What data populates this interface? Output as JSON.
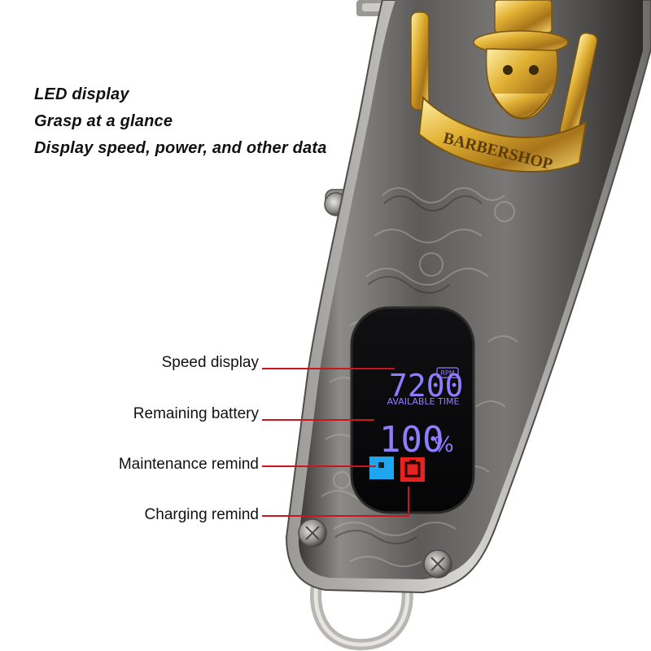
{
  "headlines": [
    "LED display",
    "Grasp at a glance",
    "Display speed, power, and other data"
  ],
  "callouts": {
    "speed": "Speed display",
    "battery": "Remaining battery",
    "maintenance": "Maintenance remind",
    "charging": "Charging remind"
  },
  "engraving": {
    "brand_banner": "BARBERSHOP"
  },
  "lcd": {
    "speed_value": "7200",
    "speed_unit": "RPM",
    "caption": "AVAILABLE TIME",
    "battery_value": "100",
    "battery_unit": "%"
  },
  "colors": {
    "leader_line": "#c8161d",
    "lcd_digits": "#8f7dff",
    "maintenance_icon": "#1ea7f0",
    "charging_icon": "#e8231f",
    "body_metal": "#6b6a68",
    "gold": "#d9a521"
  }
}
